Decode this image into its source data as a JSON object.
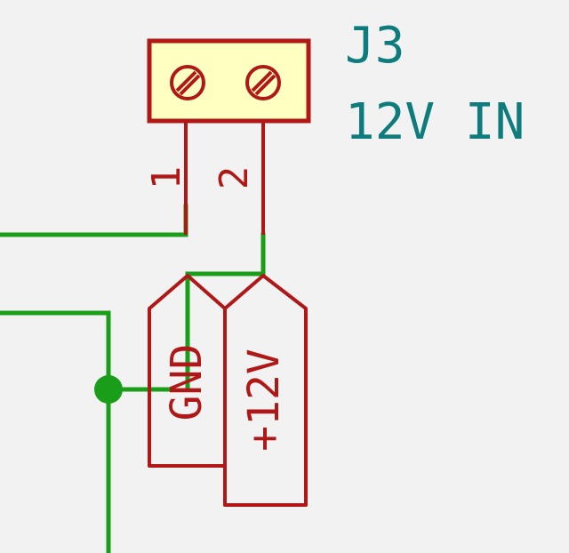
{
  "component": {
    "reference": "J3",
    "value": "12V IN",
    "pins": [
      {
        "number": "1"
      },
      {
        "number": "2"
      }
    ]
  },
  "net_labels": [
    {
      "name": "GND"
    },
    {
      "name": "+12V"
    }
  ],
  "colors": {
    "background": "#f2f2f2",
    "wire": "#1a9e1a",
    "symbol": "#b01818",
    "symbol_fill": "#ffffc2",
    "reference_text": "#0e7c7c"
  }
}
